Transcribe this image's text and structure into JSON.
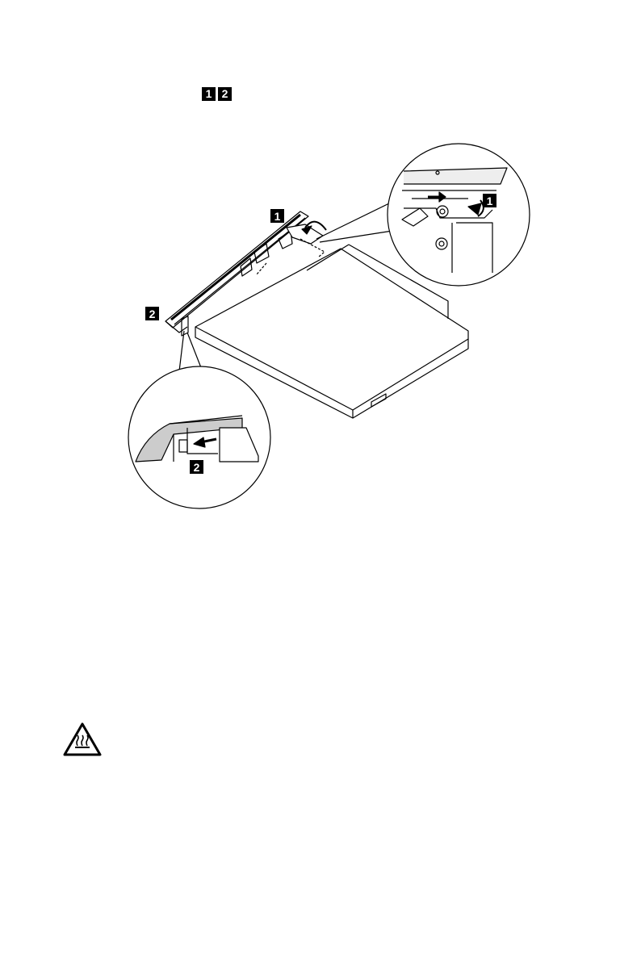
{
  "step_badges": [
    "1",
    "2"
  ],
  "callouts": {
    "top_main": "1",
    "left_main": "2",
    "zoom_top": "1",
    "zoom_bottom": "2"
  },
  "icons": {
    "warning": "hot-surface-warning-icon"
  }
}
